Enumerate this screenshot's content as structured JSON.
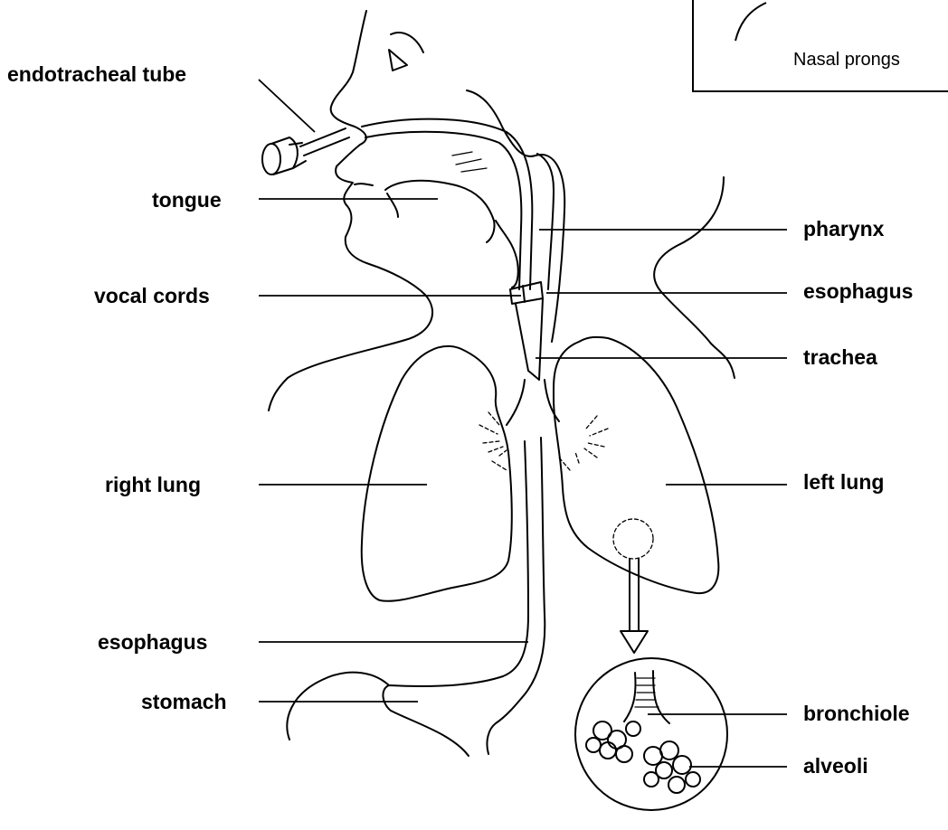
{
  "labels": {
    "endotracheal_tube": "endotracheal tube",
    "tongue": "tongue",
    "vocal_cords": "vocal cords",
    "right_lung": "right lung",
    "esophagus_lower": "esophagus",
    "stomach": "stomach",
    "pharynx": "pharynx",
    "esophagus_upper": "esophagus",
    "trachea": "trachea",
    "left_lung": "left lung",
    "bronchiole": "bronchiole",
    "alveoli": "alveoli"
  },
  "inset": {
    "caption": "Nasal prongs"
  }
}
